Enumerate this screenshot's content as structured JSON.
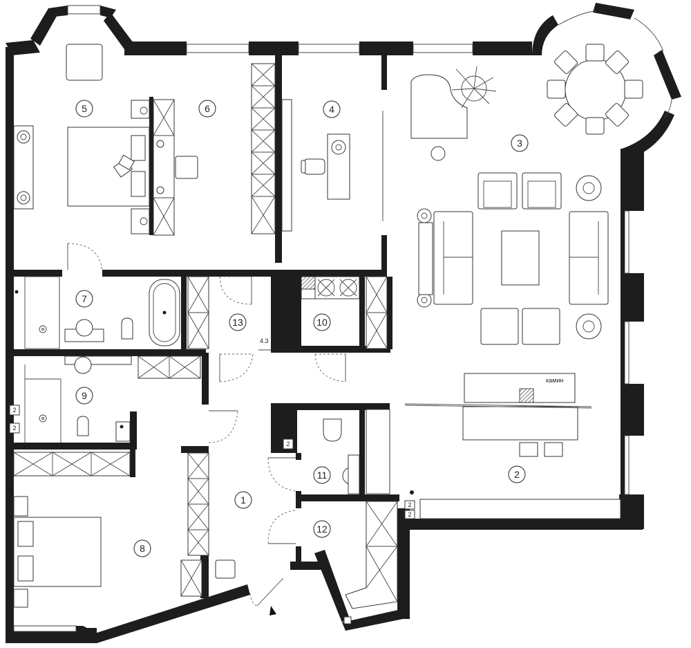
{
  "rooms": [
    {
      "number": "1"
    },
    {
      "number": "2"
    },
    {
      "number": "3"
    },
    {
      "number": "4"
    },
    {
      "number": "5"
    },
    {
      "number": "6"
    },
    {
      "number": "7"
    },
    {
      "number": "8"
    },
    {
      "number": "9"
    },
    {
      "number": "10"
    },
    {
      "number": "11"
    },
    {
      "number": "12"
    },
    {
      "number": "13"
    }
  ],
  "labels": {
    "fireplace": "камин",
    "area_13": "4.3",
    "tag": "2"
  },
  "colors": {
    "wall": "#1d1d1d",
    "line": "#333333",
    "background": "#ffffff"
  }
}
